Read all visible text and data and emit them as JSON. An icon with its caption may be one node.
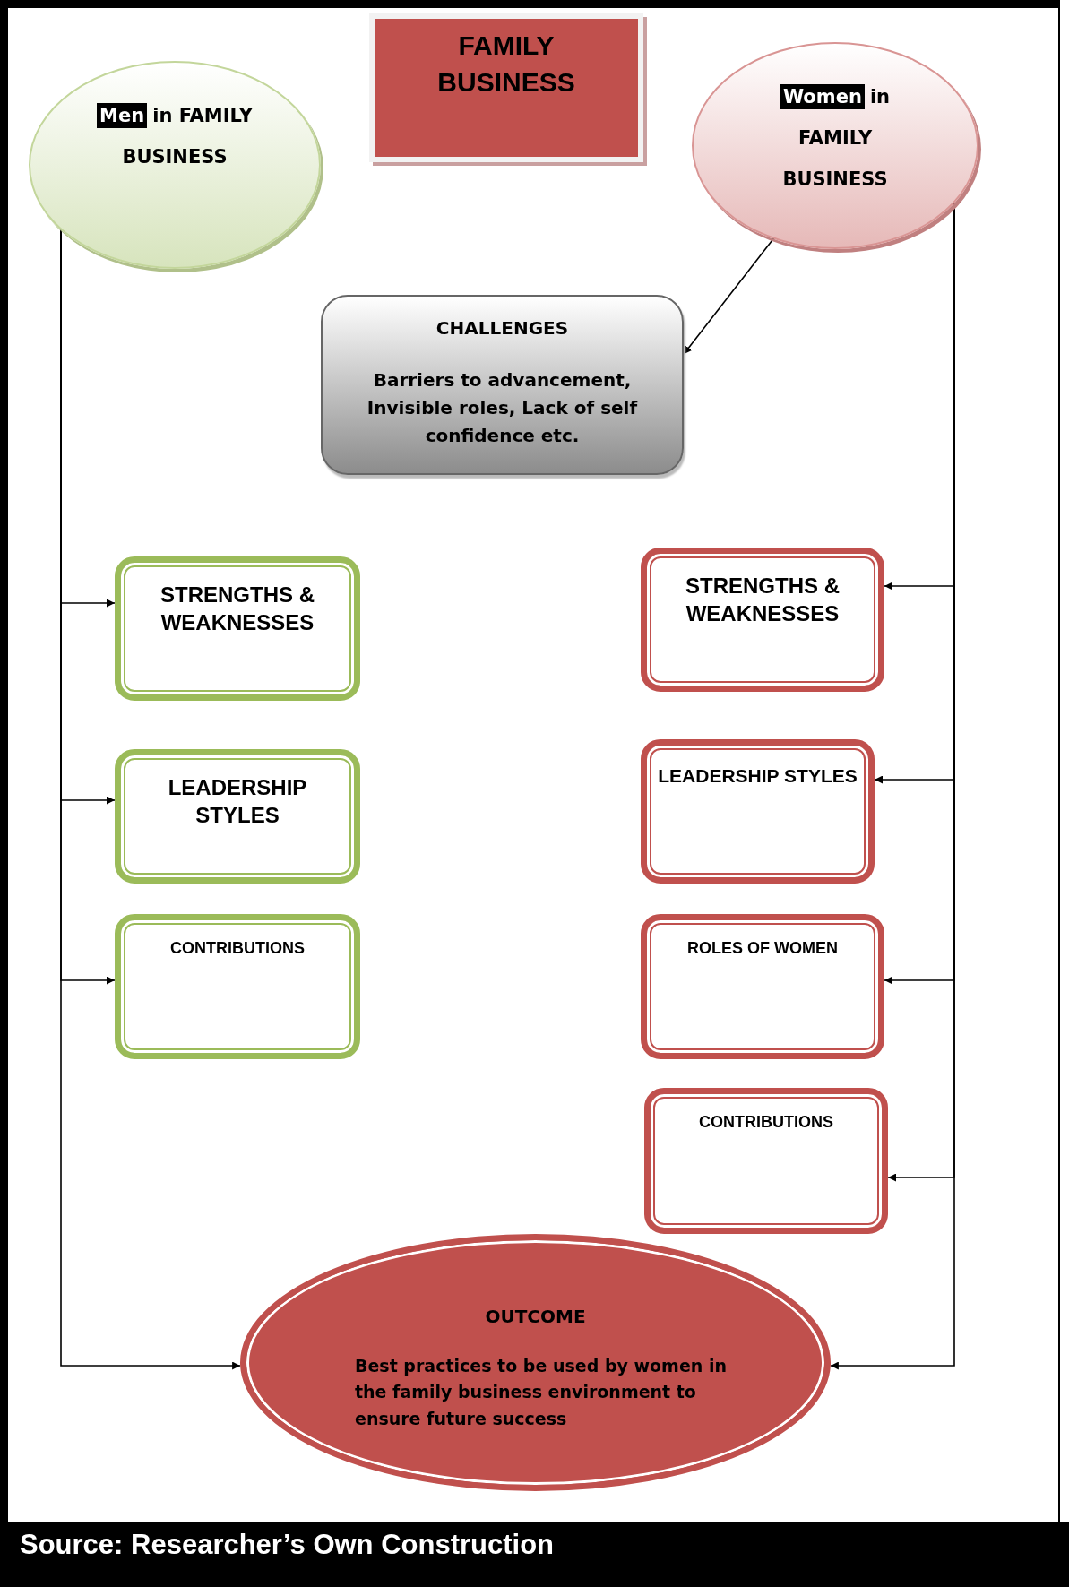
{
  "diagram": {
    "caption": "Source:  Researcher’s Own Construction",
    "nodes": [
      {
        "text": [
          "FAMILY BUSINESS"
        ]
      },
      {
        "text": [
          "Men",
          "in FAMILY BUSINESS"
        ]
      },
      {
        "text": [
          "Women",
          "in FAMILY BUSINESS"
        ]
      },
      {
        "text": [
          "CHALLENGES",
          "Barriers to advancement, Invisible roles, Lack of self confidence etc."
        ]
      },
      {
        "text": [
          "STRENGTHS & WEAKNESSES"
        ]
      },
      {
        "text": [
          "LEADERSHIP STYLES"
        ]
      },
      {
        "text": [
          "CONTRIBUTIONS"
        ]
      },
      {
        "text": [
          "STRENGTHS & WEAKNESSES"
        ]
      },
      {
        "text": [
          "LEADERSHIP STYLES"
        ]
      },
      {
        "text": [
          "ROLES OF WOMEN"
        ]
      },
      {
        "text": [
          "CONTRIBUTIONS"
        ]
      },
      {
        "text": [
          "OUTCOME",
          "Best practices to be used by women in the family business environment to ensure future success"
        ]
      }
    ],
    "edges": [
      {
        "from": 2,
        "to": 3,
        "arrow": "to"
      },
      {
        "from": 1,
        "to": 4,
        "arrow": "to"
      },
      {
        "from": 1,
        "to": 5,
        "arrow": "to"
      },
      {
        "from": 1,
        "to": 6,
        "arrow": "to"
      },
      {
        "from": 1,
        "to": 11,
        "arrow": "to"
      },
      {
        "from": 2,
        "to": 7,
        "arrow": "to"
      },
      {
        "from": 2,
        "to": 8,
        "arrow": "to"
      },
      {
        "from": 2,
        "to": 9,
        "arrow": "to"
      },
      {
        "from": 2,
        "to": 10,
        "arrow": "to"
      },
      {
        "from": 2,
        "to": 11,
        "arrow": "to"
      }
    ]
  }
}
